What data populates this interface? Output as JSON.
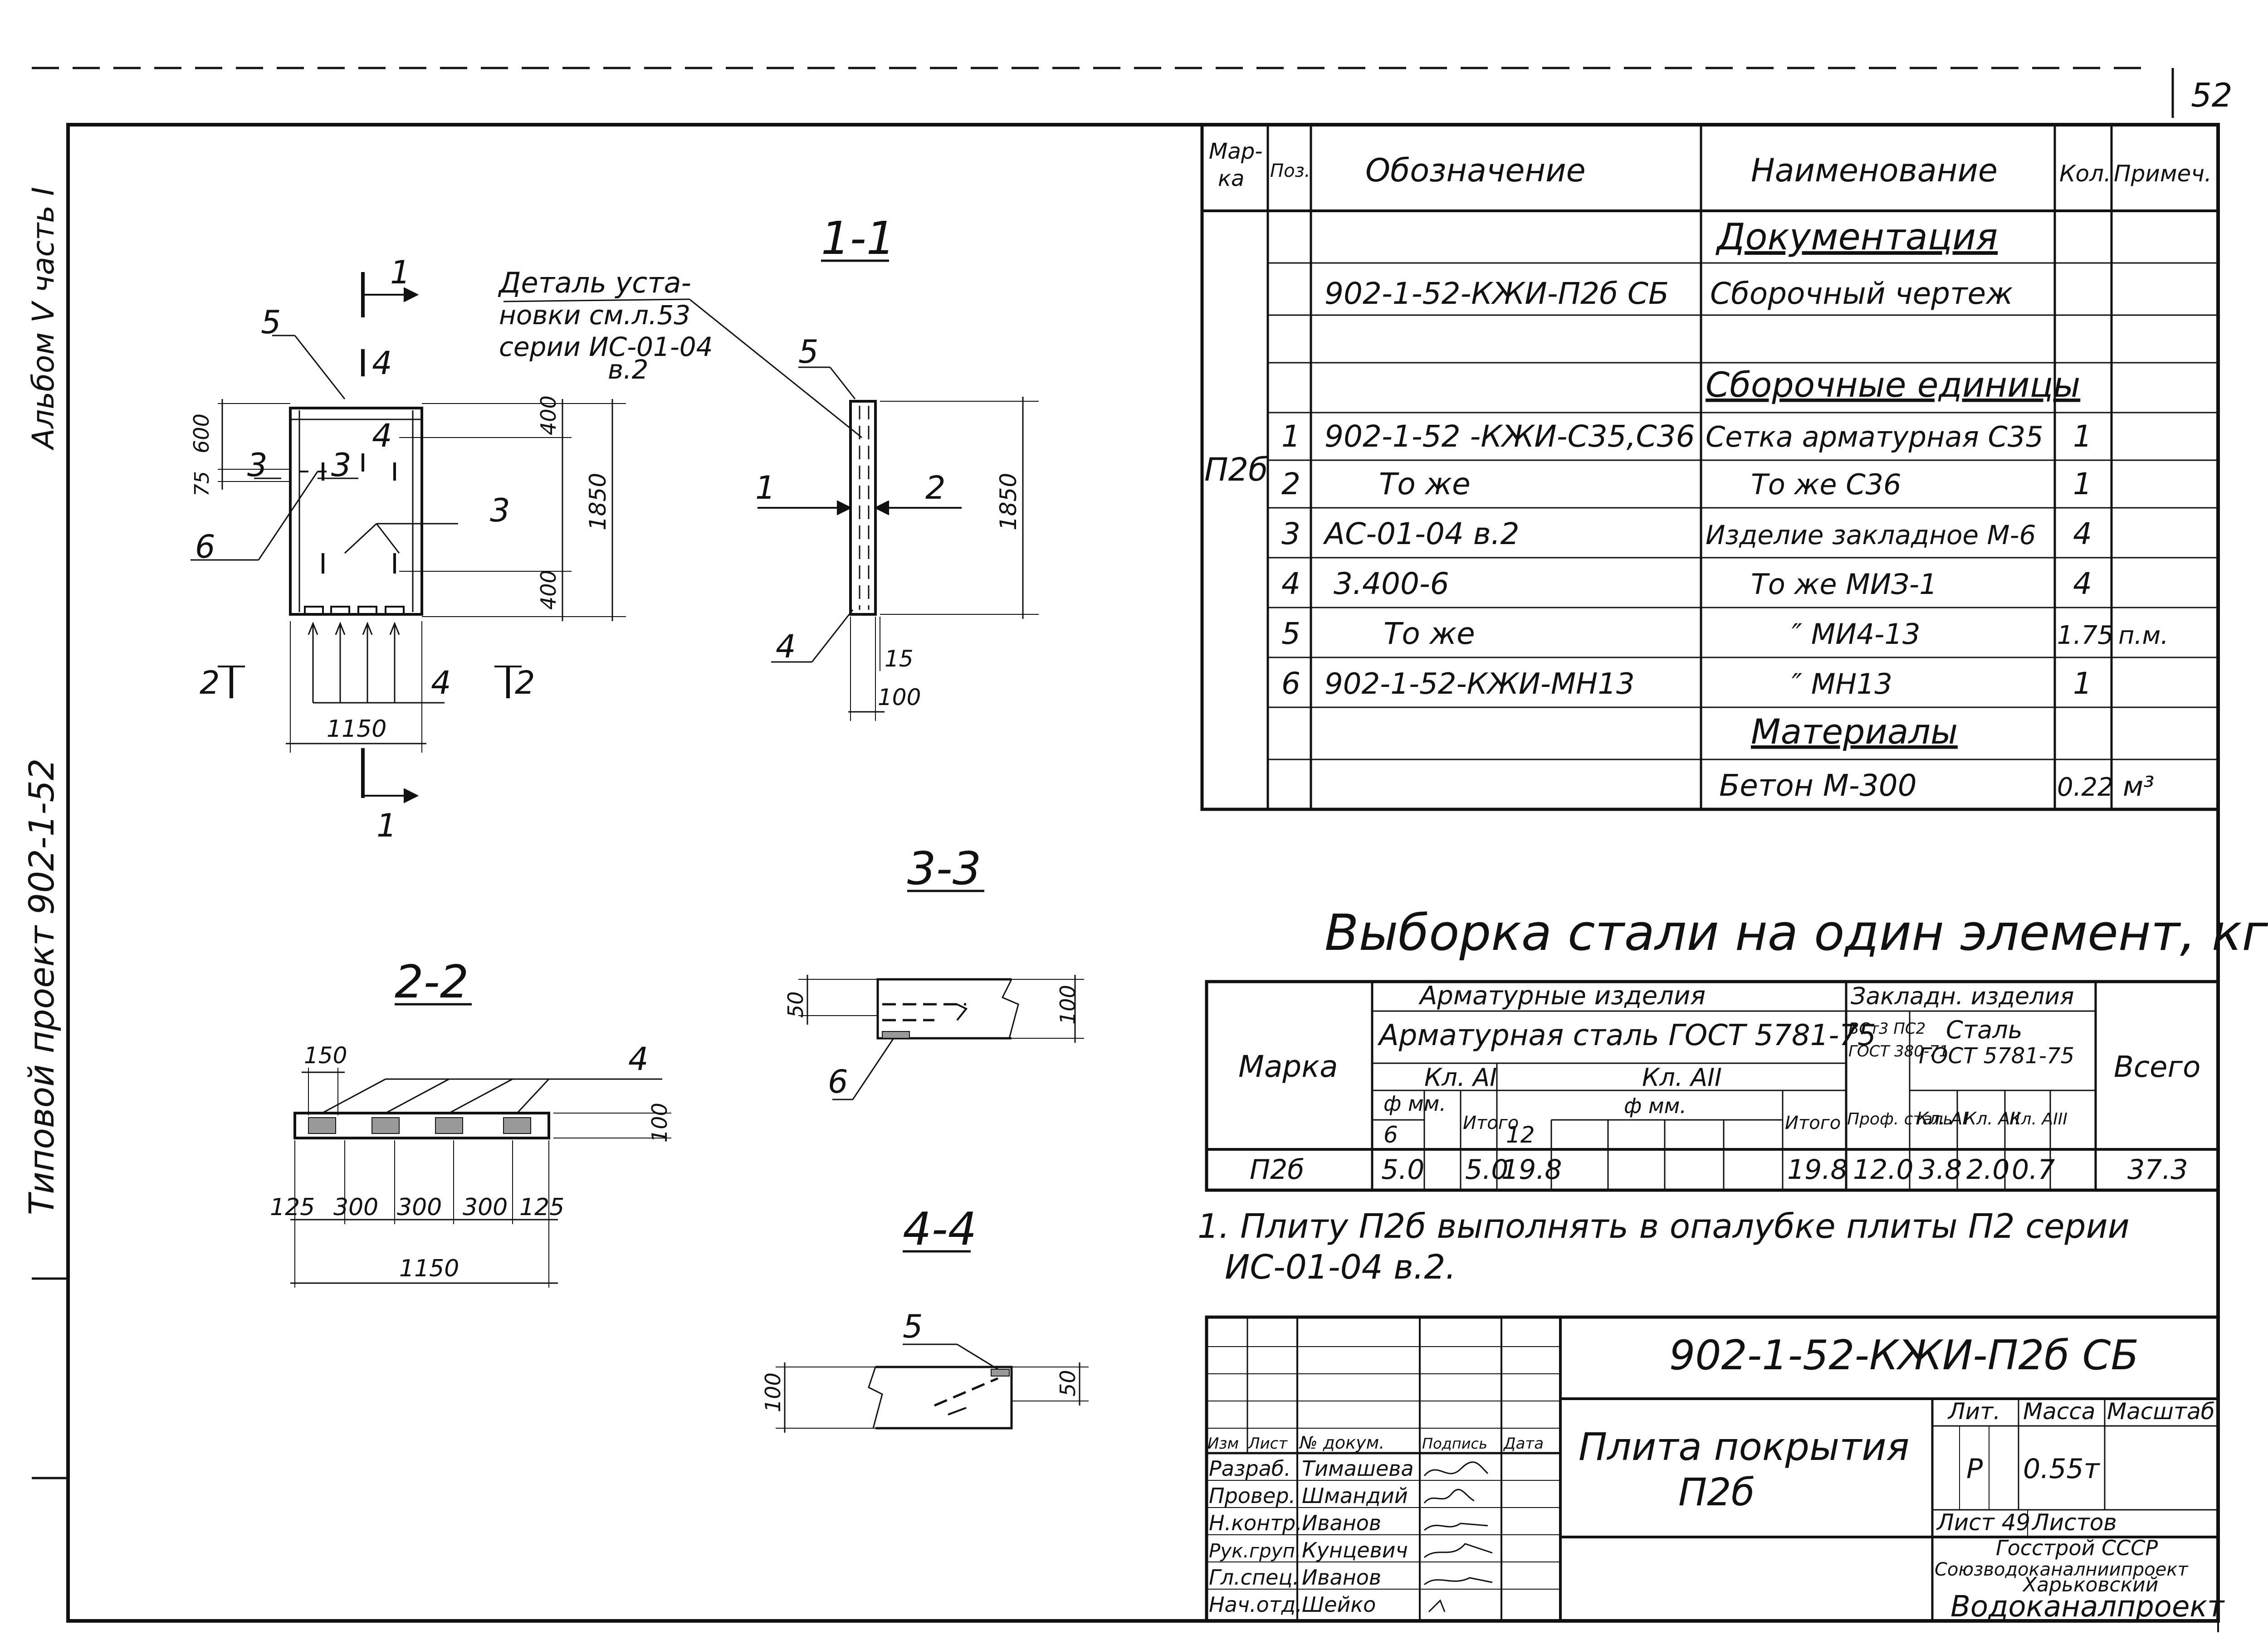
{
  "page_number": "52",
  "side_title": "Типовой проект 902-1-52",
  "side_album": "Альбом V часть I",
  "drawing": {
    "note_detail": [
      "Деталь уста-",
      "новки см.л.53",
      "серии ИС-01-04",
      "в.2"
    ],
    "sections": {
      "s11": "1-1",
      "s22": "2-2",
      "s33": "3-3",
      "s44": "4-4"
    },
    "dims": {
      "d600": "600",
      "d75": "75",
      "d400a": "400",
      "d400b": "400",
      "d1850a": "1850",
      "d1150a": "1150",
      "d1850b": "1850",
      "d15": "15",
      "d100a": "100",
      "d150": "150",
      "d125a": "125",
      "d300a": "300",
      "d300b": "300",
      "d300c": "300",
      "d125b": "125",
      "d1150b": "1150",
      "d100b": "100",
      "d50a": "50",
      "d100c": "100",
      "d100d": "100",
      "d50b": "50"
    },
    "marks": {
      "m1a": "1",
      "m1b": "1",
      "m2a": "2",
      "m2b": "2",
      "m3a": "3",
      "m3b": "3",
      "m3c": "3",
      "m4a": "4",
      "m4b": "4",
      "m4c": "4",
      "m4d": "4",
      "m4e": "4",
      "m5a": "5",
      "m5b": "5",
      "m5c": "5",
      "m6a": "6",
      "m6b": "6",
      "m1c": "1",
      "m2c": "2"
    }
  },
  "spec_table": {
    "headers": [
      "Мар-ка",
      "Поз.",
      "Обозначение",
      "Наименование",
      "Кол.",
      "Примеч."
    ],
    "mark": "П2б",
    "rows": [
      {
        "pos": "",
        "code": "",
        "name": "Документация",
        "qty": "",
        "note": ""
      },
      {
        "pos": "",
        "code": "902-1-52-КЖИ-П2б СБ",
        "name": "Сборочный чертеж",
        "qty": "",
        "note": ""
      },
      {
        "pos": "",
        "code": "",
        "name": "",
        "qty": "",
        "note": ""
      },
      {
        "pos": "",
        "code": "",
        "name": "Сборочные единицы",
        "qty": "",
        "note": ""
      },
      {
        "pos": "1",
        "code": "902-1-52 -КЖИ-С35,С36",
        "name": "Сетка арматурная С35",
        "qty": "1",
        "note": ""
      },
      {
        "pos": "2",
        "code": "То же",
        "name": "То же С36",
        "qty": "1",
        "note": ""
      },
      {
        "pos": "3",
        "code": "АС-01-04 в.2",
        "name": "Изделие закладное М-6",
        "qty": "4",
        "note": ""
      },
      {
        "pos": "4",
        "code": "3.400-6",
        "name": "То же МИЗ-1",
        "qty": "4",
        "note": ""
      },
      {
        "pos": "5",
        "code": "То же",
        "name": "″ МИ4-13",
        "qty": "1.75",
        "note": "п.м."
      },
      {
        "pos": "6",
        "code": "902-1-52-КЖИ-МН13",
        "name": "″ МН13",
        "qty": "1",
        "note": ""
      },
      {
        "pos": "",
        "code": "",
        "name": "Материалы",
        "qty": "",
        "note": ""
      },
      {
        "pos": "",
        "code": "",
        "name": "Бетон М-300",
        "qty": "0.22",
        "note": "м³"
      }
    ]
  },
  "steel_table": {
    "title": "Выборка стали на один элемент, кг",
    "h_mark": "Марка",
    "h_arm_items": "Арматурные изделия",
    "h_arm_steel": "Арматурная сталь ГОСТ 5781-75",
    "h_kl_ai": "Кл. AI",
    "h_kl_aii": "Кл. AII",
    "h_phi_mm": "ф мм.",
    "h_phi_mm2": "ф мм.",
    "h_d6": "6",
    "h_d12": "12",
    "h_itogo1": "Итого",
    "h_itogo2": "Итого",
    "h_embed": "Закладн. изделия",
    "h_vst": "ВСт3 ПС2 ГОСТ 380-71",
    "h_stal": "Сталь ГОСТ 5781-75",
    "h_prof": "Проф. сталь",
    "h_kla1": "Кл. AI",
    "h_kla2": "Кл. AII",
    "h_kla3": "Кл. AIII",
    "h_total": "Всего",
    "row": {
      "mark": "П2б",
      "c1": "5.0",
      "c2": "",
      "c3": "5.0",
      "c4": "19.8",
      "c5": "",
      "c6": "",
      "c7": "",
      "c8": "19.8",
      "c9": "12.0",
      "c10": "3.8",
      "c11": "2.0",
      "c12": "0.7",
      "c13": "37.3"
    }
  },
  "note": [
    "1. Плиту П2б выполнять в опалубке плиты П2 серии",
    "ИС-01-04 в.2."
  ],
  "title_block": {
    "code": "902-1-52-КЖИ-П2б СБ",
    "name_line1": "Плита покрытия",
    "name_line2": "П2б",
    "col_heads": [
      "Изм",
      "Лист",
      "№ докум.",
      "Подпись",
      "Дата"
    ],
    "people": [
      {
        "role": "Разраб.",
        "name": "Тимашева"
      },
      {
        "role": "Провер.",
        "name": "Шмандий"
      },
      {
        "role": "Н.контр.",
        "name": "Иванов"
      },
      {
        "role": "Рук.груп.",
        "name": "Кунцевич"
      },
      {
        "role": "Гл.спец.",
        "name": "Иванов"
      },
      {
        "role": "Нач.отд.",
        "name": "Шейко"
      }
    ],
    "lit_head": "Лит.",
    "mass_head": "Масса",
    "scale_head": "Масштаб",
    "lit": "Р",
    "mass": "0.55т",
    "sheet": "Лист 49",
    "sheets": "Листов",
    "org1": "Госстрой СССР",
    "org2": "Союзводоканалниипроект",
    "org3": "Харьковский",
    "org4": "Водоканалпроект"
  }
}
